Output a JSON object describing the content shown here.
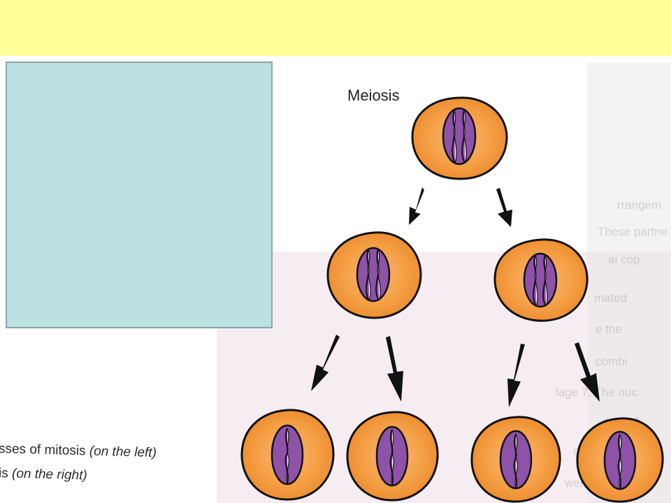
{
  "diagram": {
    "label": "Meiosis",
    "captions": [
      {
        "plain": "sses of mitosis ",
        "italic": "(on the left)"
      },
      {
        "plain": "is ",
        "italic": "(on the right)"
      }
    ],
    "bleed_text": [
      "rrangem",
      "These partne",
      "al cop",
      "mated",
      "e the",
      "combi",
      "lage 7. The nuc",
      "direct fi",
      "d s",
      "wer"
    ],
    "colors": {
      "title_bar": "#ffff99",
      "blank_box": "#bbe1e1",
      "cytoplasm": "#f5a046",
      "nucleus": "#8e52a8",
      "outline": "#111111"
    }
  }
}
